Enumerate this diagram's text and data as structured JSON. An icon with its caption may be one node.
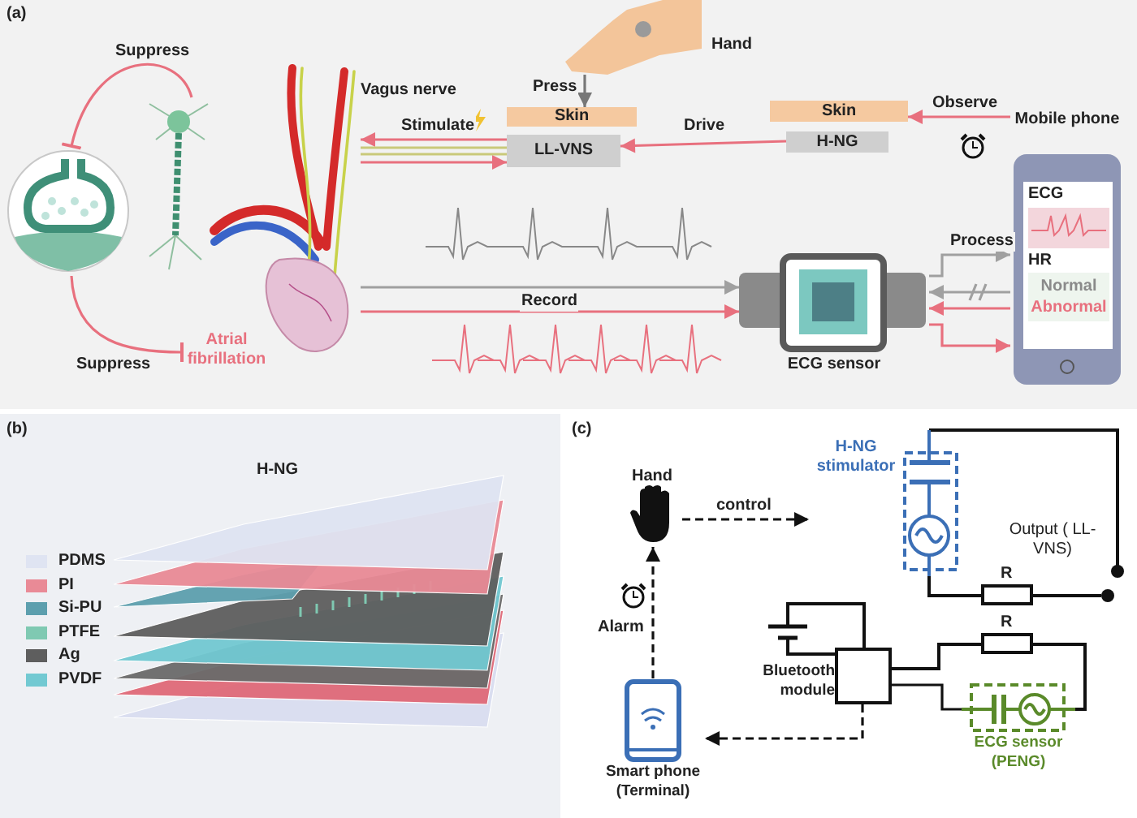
{
  "diagram": {
    "nodes": [
      {
        "text": [],
        "shape": "picture"
      },
      {
        "text": [],
        "shape": "picture"
      },
      {
        "text": [],
        "shape": "picture",
        "beside": [
          "Vagus nerve"
        ]
      },
      {
        "text": [
          "Atrial fibrillation"
        ]
      },
      {
        "text": [],
        "shape": "picture",
        "beside": [
          "Hand"
        ]
      },
      {
        "text": [
          "Skin"
        ]
      },
      {
        "text": [
          "LL-VNS"
        ]
      },
      {
        "text": [
          "Skin"
        ]
      },
      {
        "text": [
          "H-NG"
        ]
      },
      {
        "text": [
          "Mobile phone",
          "ECG",
          "HR",
          "Normal",
          "Abnormal"
        ]
      },
      {
        "text": [
          "ECG sensor"
        ]
      },
      {
        "text": [
          "Hand"
        ]
      },
      {
        "text": [
          "H-NG stimulator"
        ]
      },
      {
        "text": [
          "Smart phone (Terminal)"
        ]
      },
      {
        "text": [
          "Bluetooth module"
        ]
      },
      {
        "text": [
          "ECG sensor (PENG)"
        ]
      }
    ],
    "edges": [
      {
        "from": 1,
        "to": 0,
        "arrow": "other",
        "label": "Suppress"
      },
      {
        "from": 0,
        "to": 3,
        "arrow": "other",
        "label": "Suppress"
      },
      {
        "from": 4,
        "to": 5,
        "arrow": "to",
        "label": "Press",
        "color": "#777777"
      },
      {
        "from": 6,
        "to": 2,
        "arrow": "to",
        "label": "Stimulate"
      },
      {
        "from": 2,
        "to": 6,
        "arrow": "to"
      },
      {
        "from": 2,
        "to": 6,
        "arrow": "none",
        "color": "#c9c97a"
      },
      {
        "from": 8,
        "to": 6,
        "arrow": "to",
        "label": "Drive"
      },
      {
        "from": 9,
        "to": 7,
        "arrow": "to",
        "label": "Observe"
      },
      {
        "from": 2,
        "to": 10,
        "arrow": "to",
        "label": "Record",
        "color": "#a0a0a0"
      },
      {
        "from": 2,
        "to": 10,
        "arrow": "to"
      },
      {
        "from": 10,
        "to": 9,
        "arrow": "to",
        "label": "Process",
        "color": "#a0a0a0"
      },
      {
        "from": 9,
        "to": 10,
        "arrow": "to",
        "color": "#a0a0a0"
      },
      {
        "from": 9,
        "to": 10,
        "arrow": "to"
      },
      {
        "from": 10,
        "to": 9,
        "arrow": "to"
      },
      {
        "from": 11,
        "to": 12,
        "arrow": "to",
        "label": "control",
        "style": "dashed",
        "color": "#111111"
      },
      {
        "from": 13,
        "to": 11,
        "arrow": "to",
        "label": "Alarm",
        "style": "dashed",
        "color": "#111111"
      },
      {
        "from": 14,
        "to": 13,
        "arrow": "to",
        "style": "dashed",
        "color": "#111111"
      },
      {
        "from": 14,
        "to": 15,
        "arrow": "none",
        "color": "#111111"
      }
    ],
    "labels": [
      "(a)",
      "(b)",
      "H-NG",
      "(c)",
      "R",
      "R",
      "Output ( LL-VNS)"
    ],
    "legend": [
      {
        "text": "PDMS",
        "color": "#dfe4f2"
      },
      {
        "text": "PI",
        "color": "#e98a96"
      },
      {
        "text": "Si-PU",
        "color": "#5d9fae"
      },
      {
        "text": "PTFE",
        "color": "#7fc9b2"
      },
      {
        "text": "Ag",
        "color": "#5e5e5e"
      },
      {
        "text": "PVDF",
        "color": "#72c9d2"
      }
    ]
  }
}
